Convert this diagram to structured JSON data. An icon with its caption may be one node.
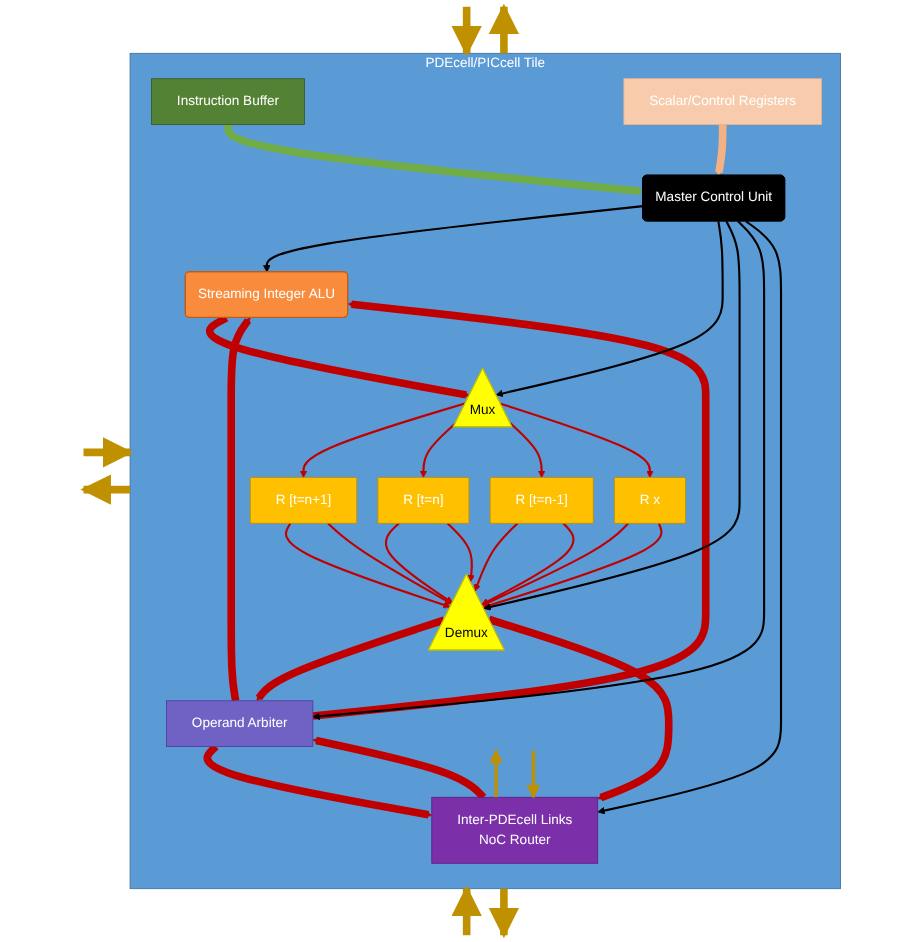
{
  "diagram": {
    "nodes": [
      {
        "text": [
          "PDEcell/PICcell Tile"
        ]
      },
      {
        "text": [
          "Streaming Integer ALU"
        ],
        "in": 0
      },
      {
        "text": [
          "Operand Arbiter"
        ],
        "in": 0
      },
      {
        "text": [
          "Inter-PDEcell Links",
          "NoC Router"
        ],
        "in": 0
      },
      {
        "text": [
          "Mux"
        ],
        "in": 0
      },
      {
        "text": [
          "R [t=n+1]"
        ],
        "in": 0
      },
      {
        "text": [
          "R [t=n]"
        ],
        "in": 0
      },
      {
        "text": [
          "R [t=n-1]"
        ],
        "in": 0
      },
      {
        "text": [
          "R x"
        ],
        "in": 0
      },
      {
        "text": [
          "Demux"
        ],
        "in": 0
      },
      {
        "text": [
          "Instruction Buffer"
        ],
        "in": 0
      },
      {
        "text": [
          "Master Control Unit"
        ],
        "in": 0
      },
      {
        "text": [
          "Scalar/Control Registers"
        ],
        "in": 0
      }
    ],
    "edges": [
      {
        "from": null,
        "to": 0,
        "arrow": "to",
        "style": "thick",
        "color": "#bf9000"
      },
      {
        "from": 0,
        "to": null,
        "arrow": "to",
        "style": "thick",
        "color": "#bf9000"
      },
      {
        "from": null,
        "to": 0,
        "arrow": "to",
        "style": "thick",
        "color": "#bf9000"
      },
      {
        "from": 0,
        "to": null,
        "arrow": "to",
        "style": "thick",
        "color": "#bf9000"
      },
      {
        "from": null,
        "to": 0,
        "arrow": "to",
        "style": "thick",
        "color": "#bf9000"
      },
      {
        "from": 0,
        "to": null,
        "arrow": "to",
        "style": "thick",
        "color": "#bf9000"
      },
      {
        "from": 3,
        "to": null,
        "arrow": "to",
        "color": "#bf9000"
      },
      {
        "from": null,
        "to": 3,
        "arrow": "to",
        "color": "#bf9000"
      },
      {
        "from": 2,
        "to": 1,
        "arrow": "to",
        "style": "thick"
      },
      {
        "from": 2,
        "to": 1,
        "arrow": "to",
        "style": "thick"
      },
      {
        "from": 2,
        "to": 3,
        "arrow": "to",
        "style": "thick"
      },
      {
        "from": 3,
        "to": 2,
        "arrow": "to",
        "style": "thick"
      },
      {
        "from": 1,
        "to": 4,
        "arrow": "to",
        "style": "thick"
      },
      {
        "from": 4,
        "to": 5,
        "arrow": "to"
      },
      {
        "from": 4,
        "to": 6,
        "arrow": "to"
      },
      {
        "from": 4,
        "to": 7,
        "arrow": "to"
      },
      {
        "from": 4,
        "to": 8,
        "arrow": "to"
      },
      {
        "from": 5,
        "to": 9,
        "arrow": "to"
      },
      {
        "from": 5,
        "to": 9,
        "arrow": "to"
      },
      {
        "from": 6,
        "to": 9,
        "arrow": "to"
      },
      {
        "from": 6,
        "to": 9,
        "arrow": "to"
      },
      {
        "from": 7,
        "to": 9,
        "arrow": "to"
      },
      {
        "from": 7,
        "to": 9,
        "arrow": "to"
      },
      {
        "from": 8,
        "to": 9,
        "arrow": "to"
      },
      {
        "from": 8,
        "to": 9,
        "arrow": "to"
      },
      {
        "from": 9,
        "to": 2,
        "arrow": "to",
        "style": "thick"
      },
      {
        "from": 9,
        "to": 3,
        "arrow": "to",
        "style": "thick"
      },
      {
        "from": 11,
        "to": 1,
        "arrow": "to",
        "color": "#000000"
      },
      {
        "from": 11,
        "to": 4,
        "arrow": "to",
        "color": "#000000"
      },
      {
        "from": 11,
        "to": 9,
        "arrow": "to",
        "color": "#000000"
      },
      {
        "from": 11,
        "to": 2,
        "arrow": "to",
        "color": "#000000"
      },
      {
        "from": 11,
        "to": 3,
        "arrow": "to",
        "color": "#000000"
      },
      {
        "from": 10,
        "to": 11,
        "arrow": "to",
        "style": "thick",
        "color": "#70ad47"
      },
      {
        "from": 12,
        "to": 11,
        "arrow": "to",
        "style": "thick",
        "color": "#f4b183"
      }
    ]
  }
}
